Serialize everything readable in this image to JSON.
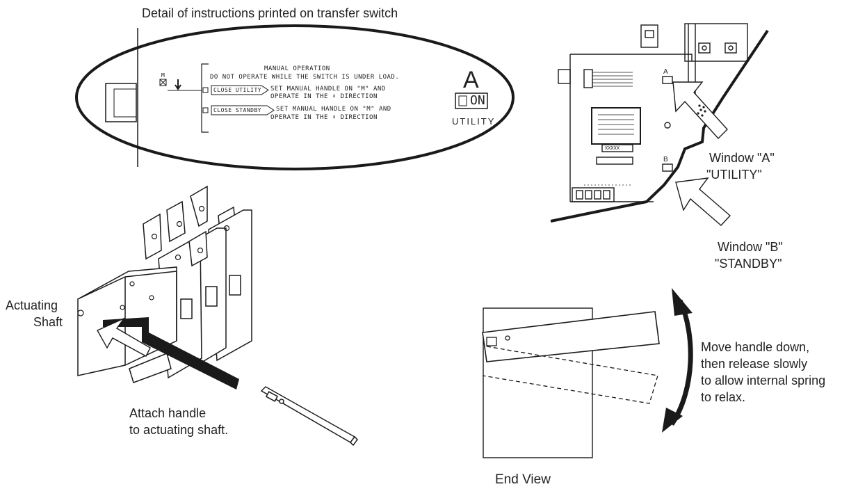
{
  "title": "Detail of instructions printed on transfer switch",
  "instructions": {
    "heading": "MANUAL OPERATION",
    "warning": "DO NOT OPERATE WHILE THE SWITCH IS UNDER LOAD.",
    "close_utility_label": "CLOSE UTILITY",
    "close_utility_line1": "SET MANUAL HANDLE ON \"M\" AND",
    "close_utility_line2": "OPERATE IN THE ⬇ DIRECTION",
    "close_standby_label": "CLOSE STANDBY",
    "close_standby_line1": "SET MANUAL HANDLE ON \"M\" AND",
    "close_standby_line2": "OPERATE IN THE ⬇ DIRECTION",
    "m_mark": "M",
    "window_letter": "A",
    "window_state": "ON",
    "window_name": "UTILITY"
  },
  "labels": {
    "window_a_line1": "Window \"A\"",
    "window_a_line2": "\"UTILITY\"",
    "window_b_line1": "Window \"B\"",
    "window_b_line2": "\"STANDBY\"",
    "actuating_line1": "Actuating",
    "actuating_line2": "Shaft",
    "attach_line1": "Attach handle",
    "attach_line2": "to actuating shaft.",
    "move_line1": "Move handle down,",
    "move_line2": "then release slowly",
    "move_line3": "to allow internal spring",
    "move_line4": "to relax.",
    "end_view": "End View",
    "small_a": "A",
    "small_b": "B",
    "panel_code": "XXXXX"
  },
  "colors": {
    "line": "#1a1a1a",
    "arrow_fill": "#ffffff",
    "background": "#ffffff"
  }
}
